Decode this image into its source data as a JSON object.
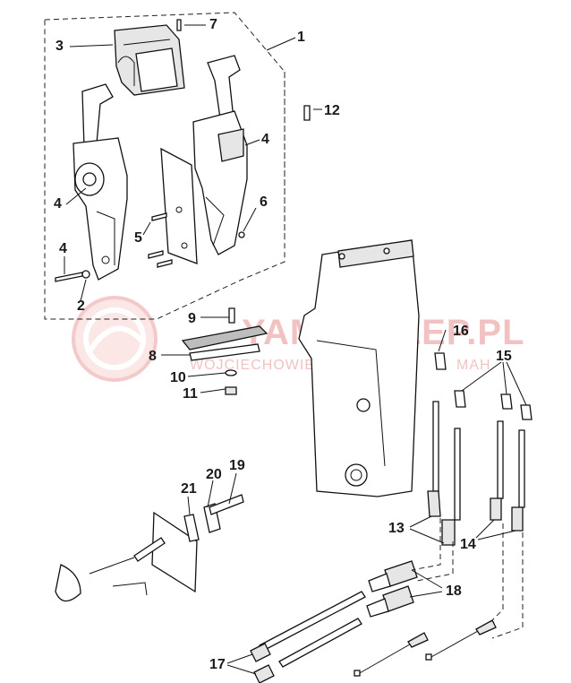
{
  "watermark": {
    "main": "YAMASKLEP.PL",
    "sub": "WOJCIECHOWIEZ",
    "sub2": "MAH"
  },
  "callouts": [
    "1",
    "2",
    "3",
    "4",
    "4",
    "4",
    "5",
    "6",
    "7",
    "8",
    "9",
    "10",
    "11",
    "12",
    "13",
    "14",
    "15",
    "16",
    "17",
    "18",
    "19",
    "20",
    "21"
  ]
}
